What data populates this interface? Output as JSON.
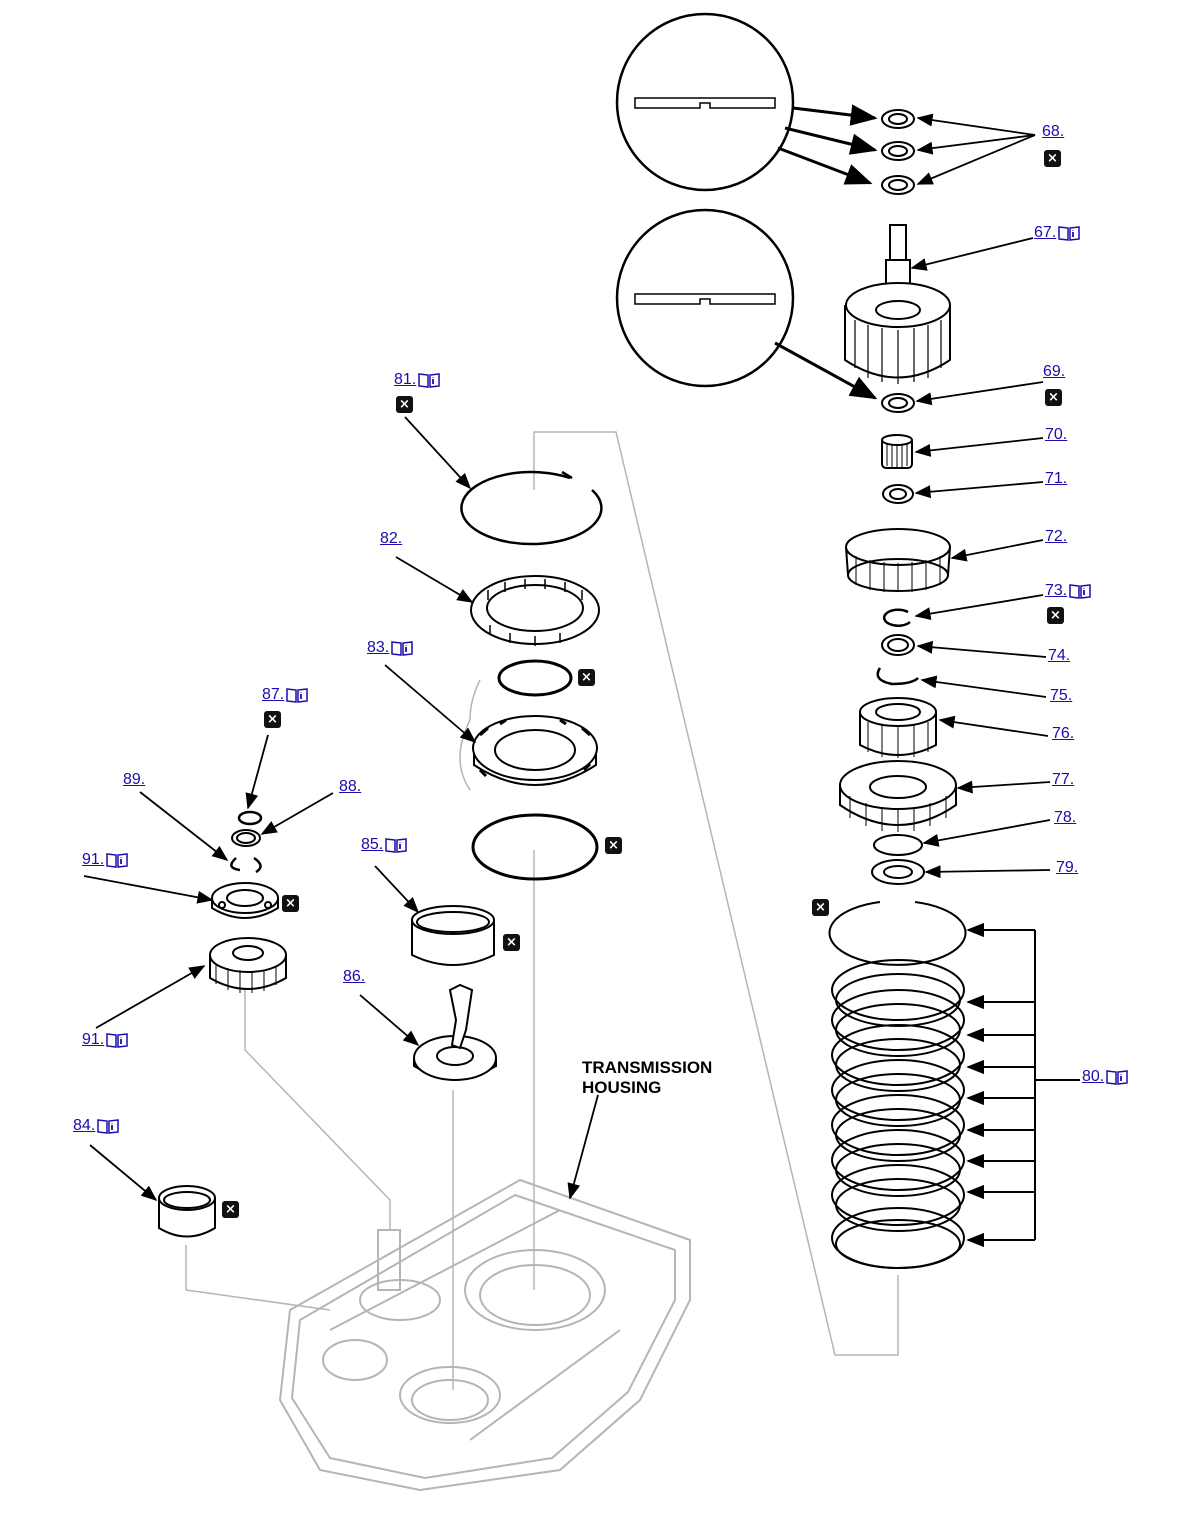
{
  "labels": {
    "p67": "67.",
    "p68": "68.",
    "p69": "69.",
    "p70": "70.",
    "p71": "71.",
    "p72": "72.",
    "p73": "73.",
    "p74": "74.",
    "p75": "75.",
    "p76": "76.",
    "p77": "77.",
    "p78": "78.",
    "p79": "79.",
    "p80": "80.",
    "p81": "81.",
    "p82": "82.",
    "p83": "83.",
    "p84": "84.",
    "p85": "85.",
    "p86": "86.",
    "p87": "87.",
    "p88": "88.",
    "p89": "89.",
    "p91a": "91.",
    "p91b": "91."
  },
  "housing_label": [
    "TRANSMISSION",
    "HOUSING"
  ],
  "icons": {
    "info": "manual-book-icon",
    "replace": "replace-x-icon"
  },
  "colors": {
    "link": "#1a0dab",
    "line": "#000000",
    "ghost": "#b5b5b5"
  }
}
